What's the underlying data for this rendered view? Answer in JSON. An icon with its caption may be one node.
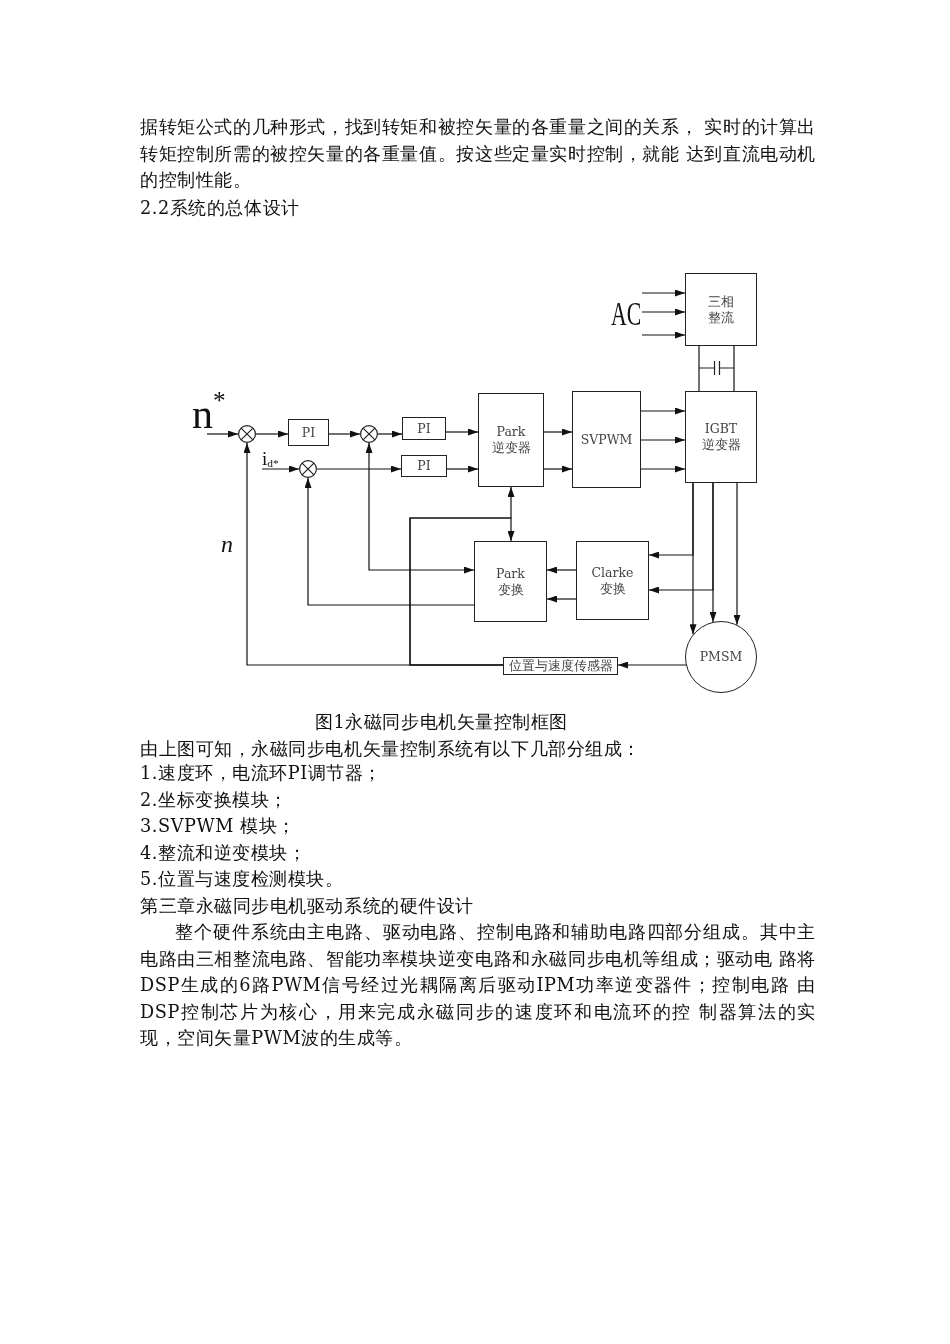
{
  "diagram": {
    "caption": "图1永磁同步电机矢量控制框图",
    "nodes": [
      {
        "text": [
          "三相整流"
        ]
      },
      {
        "text": [
          "AC"
        ]
      },
      {
        "text": [
          "n$^{*}$"
        ]
      },
      {
        "text": [],
        "shape": "circle"
      },
      {
        "text": [
          "PI"
        ]
      },
      {
        "text": [],
        "shape": "circle"
      },
      {
        "text": [
          "PI"
        ]
      },
      {
        "text": [
          "Park 逆变器"
        ]
      },
      {
        "text": [
          "SVPWM"
        ]
      },
      {
        "text": [
          "IGBT 逆变器"
        ]
      },
      {
        "text": [
          "i$_{d*}$"
        ]
      },
      {
        "text": [],
        "shape": "circle"
      },
      {
        "text": [
          "PI"
        ]
      },
      {
        "text": [
          "Park 变换"
        ]
      },
      {
        "text": [
          "Clarke 变换"
        ]
      },
      {
        "text": [
          "PMSM"
        ]
      },
      {
        "text": [
          "位置与速度传感器"
        ]
      }
    ],
    "edges": [
      {
        "from": 1,
        "to": 0,
        "arrow": "to"
      },
      {
        "from": 1,
        "to": 0,
        "arrow": "to"
      },
      {
        "from": 1,
        "to": 0,
        "arrow": "to"
      },
      {
        "from": 0,
        "to": 9,
        "arrow": "none"
      },
      {
        "from": 0,
        "to": 9,
        "arrow": "none"
      },
      {
        "from": 2,
        "to": 3,
        "arrow": "to"
      },
      {
        "from": 3,
        "to": 4,
        "arrow": "to"
      },
      {
        "from": 4,
        "to": 5,
        "arrow": "to"
      },
      {
        "from": 5,
        "to": 6,
        "arrow": "to"
      },
      {
        "from": 6,
        "to": 7,
        "arrow": "to"
      },
      {
        "from": 7,
        "to": 8,
        "arrow": "to"
      },
      {
        "from": 7,
        "to": 8,
        "arrow": "to"
      },
      {
        "from": 8,
        "to": 9,
        "arrow": "to"
      },
      {
        "from": 8,
        "to": 9,
        "arrow": "to"
      },
      {
        "from": 8,
        "to": 9,
        "arrow": "to"
      },
      {
        "from": 10,
        "to": 11,
        "arrow": "to"
      },
      {
        "from": 11,
        "to": 12,
        "arrow": "to"
      },
      {
        "from": 12,
        "to": 7,
        "arrow": "to"
      },
      {
        "from": 9,
        "to": 14,
        "arrow": "to"
      },
      {
        "from": 9,
        "to": 14,
        "arrow": "to"
      },
      {
        "from": 9,
        "to": 15,
        "arrow": "to"
      },
      {
        "from": 9,
        "to": 15,
        "arrow": "to"
      },
      {
        "from": 9,
        "to": 15,
        "arrow": "to"
      },
      {
        "from": 14,
        "to": 13,
        "arrow": "to"
      },
      {
        "from": 14,
        "to": 13,
        "arrow": "to"
      },
      {
        "from": 13,
        "to": 5,
        "arrow": "both"
      },
      {
        "from": 13,
        "to": 11,
        "arrow": "to"
      },
      {
        "from": 15,
        "to": 16,
        "arrow": "to"
      },
      {
        "from": 16,
        "to": 3,
        "arrow": "to",
        "label": "n"
      },
      {
        "from": 16,
        "to": 7,
        "arrow": "to"
      },
      {
        "from": 16,
        "to": 13,
        "arrow": "to"
      }
    ],
    "labels": [
      "据转矩公式的几种形式，找到转矩和被控矢量的各重量之间的关系， 实时的计算出转矩控制所需的被控矢量的各重量值。按这些定量实时控制，就能 达到直流电动机的控制性能。",
      "2.2系统的总体设计",
      "由上图可知，永磁同步电机矢量控制系统有以下几部分组成：",
      "1.速度环，电流环PI调节器；",
      "2.坐标变换模块；",
      "3.SVPWM 模块；",
      "4.整流和逆变模块；",
      "5.位置与速度检测模块。",
      "第三章永磁同步电机驱动系统的硬件设计",
      "整个硬件系统由主电路、驱动电路、控制电路和辅助电路四部分组成。其中主电路由三相整流电路、智能功率模块逆变电路和永磁同步电机等组成；驱动电 路将DSP生成的6路PWM信号经过光耦隔离后驱动IPM功率逆变器件；控制电路 由DSP控制芯片为核心，用来完成永磁同步的速度环和电流环的控 制器算法的实现，空间矢量PWM波的生成等。"
    ]
  }
}
